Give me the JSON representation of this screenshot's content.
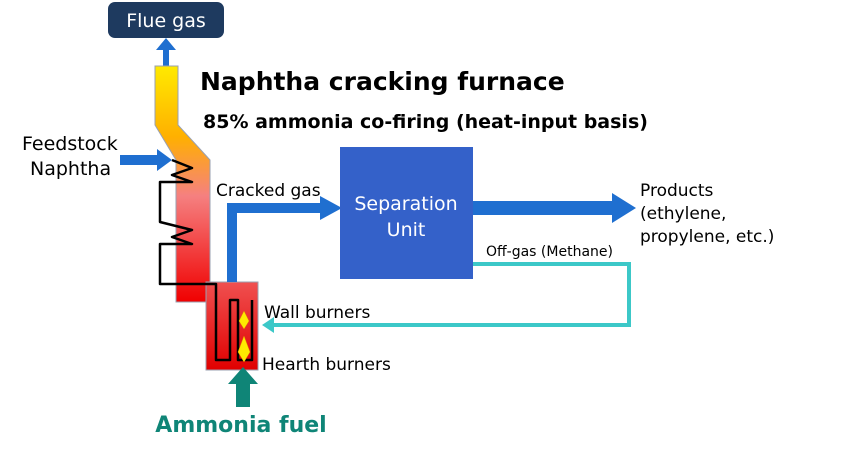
{
  "title": "Naphtha cracking furnace",
  "subtitle": "85% ammonia co-firing (heat-input basis)",
  "flue_gas": "Flue gas",
  "feedstock": {
    "line1": "Feedstock",
    "line2": "Naphtha"
  },
  "cracked_gas": "Cracked gas",
  "separation_unit": {
    "line1": "Separation",
    "line2": "Unit"
  },
  "products": {
    "line1": "Products",
    "line2": "(ethylene,",
    "line3": "propylene, etc.)"
  },
  "off_gas": "Off-gas (Methane)",
  "wall_burners": "Wall burners",
  "hearth_burners": "Hearth burners",
  "ammonia_fuel": "Ammonia fuel",
  "colors": {
    "flow_blue": "#1f6fd0",
    "separation_fill": "#3461c9",
    "off_gas_line": "#3cc8c8",
    "ammonia_teal": "#0f8577",
    "flue_badge": "#1e3a5f"
  }
}
